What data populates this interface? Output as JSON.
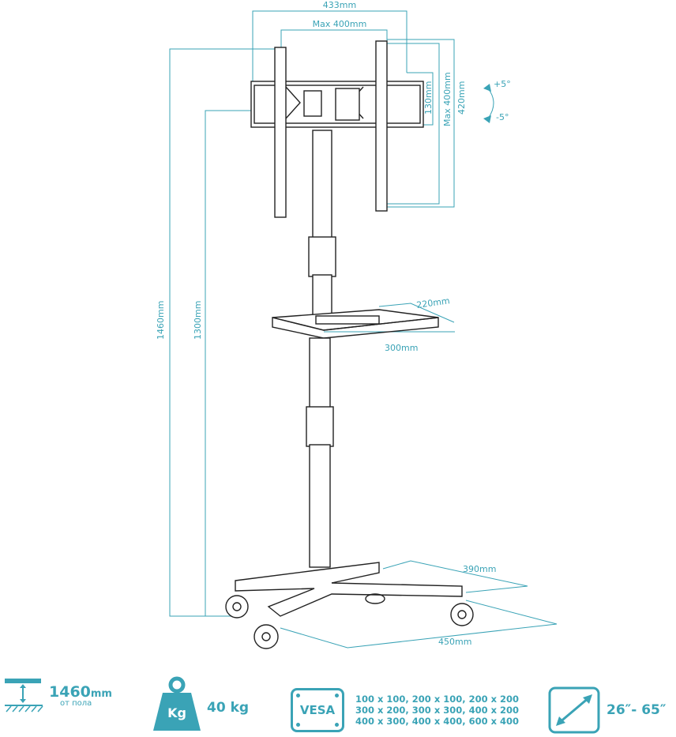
{
  "dimensions": {
    "width_433": "433mm",
    "max_400_h": "Max 400mm",
    "h_130": "130mm",
    "max_400_v": "Max 400mm",
    "h_420": "420mm",
    "tilt_plus": "+5°",
    "tilt_minus": "-5°",
    "height_1460": "1460mm",
    "height_1300": "1300mm",
    "shelf_depth": "220mm",
    "shelf_width": "300mm",
    "base_depth": "390mm",
    "base_width": "450mm"
  },
  "specs": {
    "height": {
      "value": "1460",
      "unit": "mm",
      "caption": "от пола"
    },
    "weight": {
      "icon_label": "Kg",
      "value": "40 kg"
    },
    "vesa": {
      "icon_label": "VESA",
      "lines": [
        "100 x 100, 200 x 100, 200 x 200",
        "300 x 200, 300 x 300, 400 x 200",
        "400 x 300, 400 x 400, 600 x 400"
      ]
    },
    "screen_size": {
      "value": "26″- 65″"
    }
  },
  "colors": {
    "accent": "#3aa3b6",
    "line": "#222222"
  }
}
